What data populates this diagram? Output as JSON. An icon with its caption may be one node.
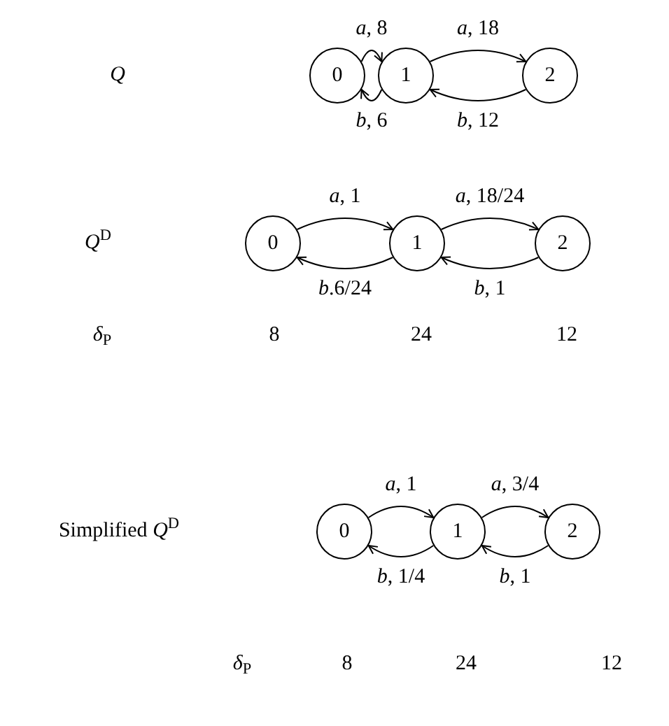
{
  "diagram": {
    "nodes": [
      {
        "text": [
          "0"
        ]
      },
      {
        "text": [
          "1"
        ]
      },
      {
        "text": [
          "2"
        ]
      },
      {
        "text": [
          "0"
        ]
      },
      {
        "text": [
          "1"
        ]
      },
      {
        "text": [
          "2"
        ]
      },
      {
        "text": [
          "0"
        ]
      },
      {
        "text": [
          "1"
        ]
      },
      {
        "text": [
          "2"
        ]
      }
    ],
    "edges": [
      {
        "from": 0,
        "to": 1,
        "arrow": "to",
        "label": "*a*, 8"
      },
      {
        "from": 1,
        "to": 2,
        "arrow": "to",
        "label": "*a*, 18"
      },
      {
        "from": 1,
        "to": 0,
        "arrow": "to",
        "label": "*b*, 6"
      },
      {
        "from": 2,
        "to": 1,
        "arrow": "to",
        "label": "*b*, 12"
      },
      {
        "from": 3,
        "to": 4,
        "arrow": "to",
        "label": "*a*, 1"
      },
      {
        "from": 4,
        "to": 5,
        "arrow": "to",
        "label": "*a*, 18/24"
      },
      {
        "from": 4,
        "to": 3,
        "arrow": "to",
        "label": "*b*.6/24"
      },
      {
        "from": 5,
        "to": 4,
        "arrow": "to",
        "label": "*b*, 1"
      },
      {
        "from": 6,
        "to": 7,
        "arrow": "to",
        "label": "*a*, 1"
      },
      {
        "from": 7,
        "to": 8,
        "arrow": "to",
        "label": "*a*, 3/4"
      },
      {
        "from": 7,
        "to": 6,
        "arrow": "to",
        "label": "*b*, 1/4"
      },
      {
        "from": 8,
        "to": 7,
        "arrow": "to",
        "label": "*b*, 1"
      }
    ],
    "labels": [
      "*Q*",
      "*Q*$^{D}$",
      "*δ*$_{P}$",
      "8",
      "24",
      "12",
      "Simplified *Q*$^{D}$",
      "*δ*$_{P}$",
      "8",
      "24",
      "12"
    ]
  }
}
